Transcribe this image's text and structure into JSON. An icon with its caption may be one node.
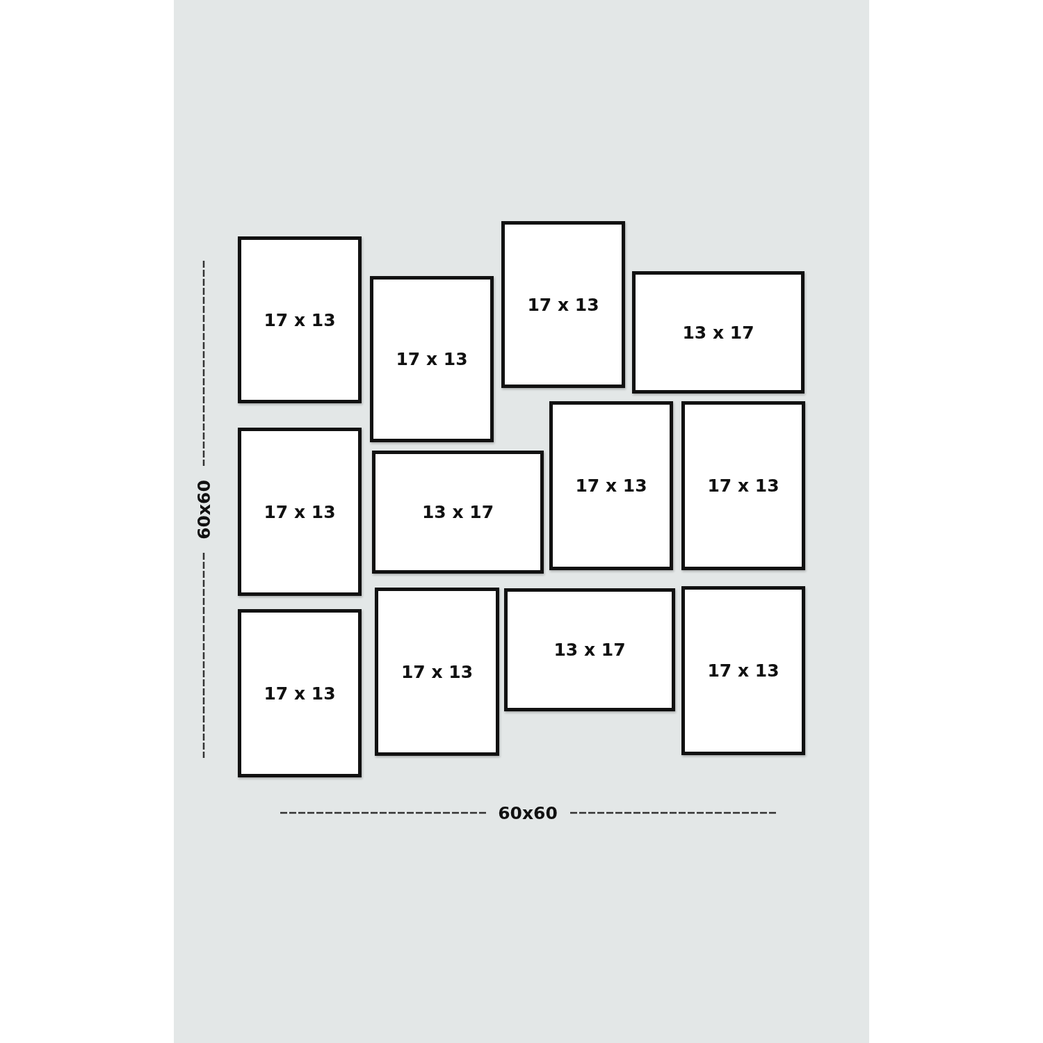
{
  "diagram": {
    "nodes": [
      {
        "text": [
          "17 x 13"
        ]
      },
      {
        "text": [
          "17 x 13"
        ]
      },
      {
        "text": [
          "17 x 13"
        ]
      },
      {
        "text": [
          "13 x 17"
        ]
      },
      {
        "text": [
          "17 x 13"
        ]
      },
      {
        "text": [
          "13 x 17"
        ]
      },
      {
        "text": [
          "17 x 13"
        ]
      },
      {
        "text": [
          "17 x 13"
        ]
      },
      {
        "text": [
          "17 x 13"
        ]
      },
      {
        "text": [
          "17 x 13"
        ]
      },
      {
        "text": [
          "13 x 17"
        ]
      },
      {
        "text": [
          "17 x 13"
        ]
      }
    ],
    "labels": [
      "60x60",
      "60x60"
    ]
  }
}
